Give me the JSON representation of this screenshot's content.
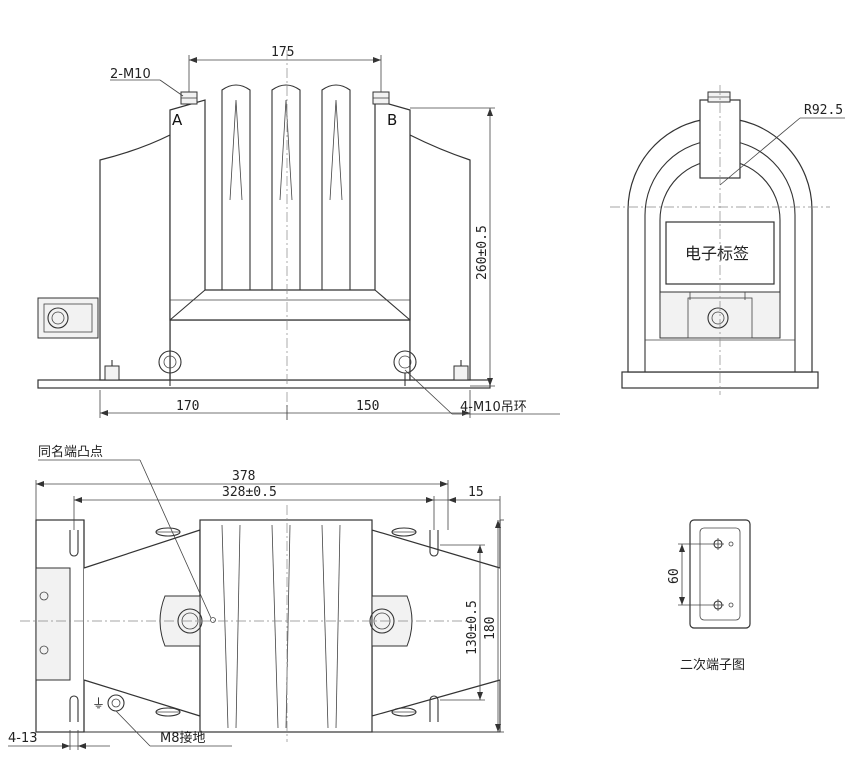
{
  "front_view": {
    "terminal_bolts": "2-M10",
    "terminal_a": "A",
    "terminal_b": "B",
    "dim_top": "175",
    "dim_height": "260±0.5",
    "dim_left": "170",
    "dim_right": "150",
    "lifting_rings": "4-M10吊环"
  },
  "side_view": {
    "radius": "R92.5",
    "label_plate": "电子标签"
  },
  "plan_view": {
    "polarity_mark": "同名端凸点",
    "dim_overall": "378",
    "dim_holes": "328±0.5",
    "dim_edge": "15",
    "dim_hole_spacing": "130±0.5",
    "dim_width": "180",
    "mount_holes": "4-13",
    "ground": "M8接地"
  },
  "secondary_terminal": {
    "dim_spacing": "60",
    "caption": "二次端子图"
  }
}
